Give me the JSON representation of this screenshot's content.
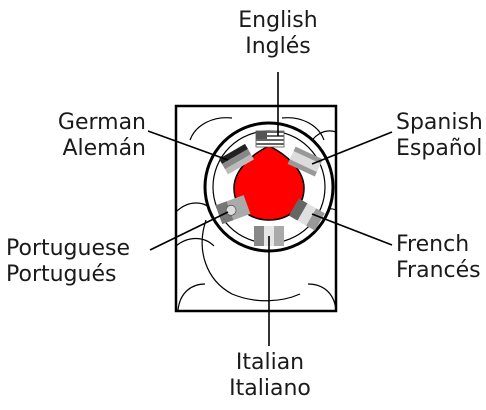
{
  "labels": {
    "english": {
      "en": "English",
      "es": "Inglés"
    },
    "german": {
      "en": "German",
      "es": "Alemán"
    },
    "spanish": {
      "en": "Spanish",
      "es": "Español"
    },
    "portuguese": {
      "en": "Portuguese",
      "es": "Portugués"
    },
    "french": {
      "en": "French",
      "es": "Francés"
    },
    "italian": {
      "en": "Italian",
      "es": "Italiano"
    }
  },
  "colors": {
    "center_drop": "#ff0000",
    "line": "#000000",
    "flag_gray": "#8c8c8c"
  },
  "icons": {
    "center": "red-drop-icon",
    "english": "us-flag-icon",
    "german": "german-flag-icon",
    "spanish": "spanish-flag-icon",
    "portuguese": "portuguese-flag-icon",
    "french": "french-flag-icon",
    "italian": "italian-flag-icon"
  }
}
